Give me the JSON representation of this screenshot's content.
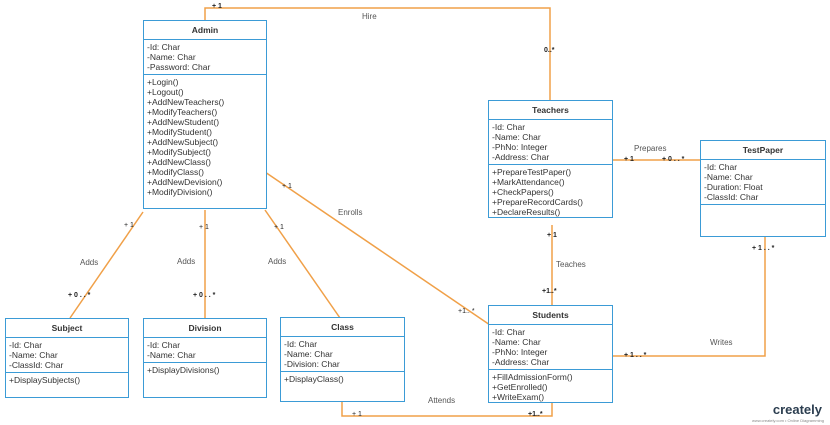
{
  "classes": {
    "admin": {
      "title": "Admin",
      "attributes": [
        "-Id: Char",
        "-Name: Char",
        "-Password: Char"
      ],
      "methods": [
        "+Login()",
        "+Logout()",
        "+AddNewTeachers()",
        "+ModifyTeachers()",
        "+AddNewStudent()",
        "+ModifyStudent()",
        "+AddNewSubject()",
        "+ModifySubject()",
        "+AddNewClass()",
        "+ModifyClass()",
        "+AddNewDevision()",
        "+ModifyDivision()"
      ]
    },
    "teachers": {
      "title": "Teachers",
      "attributes": [
        "-Id: Char",
        "-Name: Char",
        "-PhNo: Integer",
        "-Address: Char"
      ],
      "methods": [
        "+PrepareTestPaper()",
        "+MarkAttendance()",
        "+CheckPapers()",
        "+PrepareRecordCards()",
        "+DeclareResults()"
      ]
    },
    "testpaper": {
      "title": "TestPaper",
      "attributes": [
        "-Id: Char",
        "-Name: Char",
        "-Duration: Float",
        "-ClassId: Char"
      ],
      "methods": []
    },
    "students": {
      "title": "Students",
      "attributes": [
        "-Id: Char",
        "-Name: Char",
        "-PhNo: Integer",
        "-Address: Char"
      ],
      "methods": [
        "+FillAdmissionForm()",
        "+GetEnrolled()",
        "+WriteExam()"
      ]
    },
    "subject": {
      "title": "Subject",
      "attributes": [
        "-Id: Char",
        "-Name: Char",
        "-ClassId: Char"
      ],
      "methods": [
        "+DisplaySubjects()"
      ]
    },
    "division": {
      "title": "Division",
      "attributes": [
        "-Id: Char",
        "-Name: Char"
      ],
      "methods": [
        "+DisplayDivisions()"
      ]
    },
    "class": {
      "title": "Class",
      "attributes": [
        "-Id: Char",
        "-Name: Char",
        "-Division: Char"
      ],
      "methods": [
        "+DisplayClass()"
      ]
    }
  },
  "relations": {
    "hire": {
      "label": "Hire",
      "m1": "+ 1",
      "m2": "0..*"
    },
    "prepares": {
      "label": "Prepares",
      "m1": "+ 1",
      "m2": "+ 0 . . *"
    },
    "teaches": {
      "label": "Teaches",
      "m1": "+ 1",
      "m2": "+1..*"
    },
    "enrolls": {
      "label": "Enrolls",
      "m1": "+ 1",
      "m2": "+1.. *"
    },
    "writes": {
      "label": "Writes",
      "m1": "+ 1 . . *",
      "m2": "+ 1 . . *"
    },
    "adds_subject": {
      "label": "Adds",
      "m1": "+ 1",
      "m2": "+ 0 . . *"
    },
    "adds_division": {
      "label": "Adds",
      "m1": "+ 1",
      "m2": "+ 0 . . *"
    },
    "adds_class": {
      "label": "Adds",
      "m1": "+ 1"
    },
    "attends": {
      "label": "Attends",
      "m1": "+ 1",
      "m2": "+1..*"
    }
  },
  "logo": {
    "text": "creately",
    "sub": "www.creately.com • Online Diagramming"
  },
  "colors": {
    "line": "#f0a048",
    "border": "#3b9bd6"
  }
}
